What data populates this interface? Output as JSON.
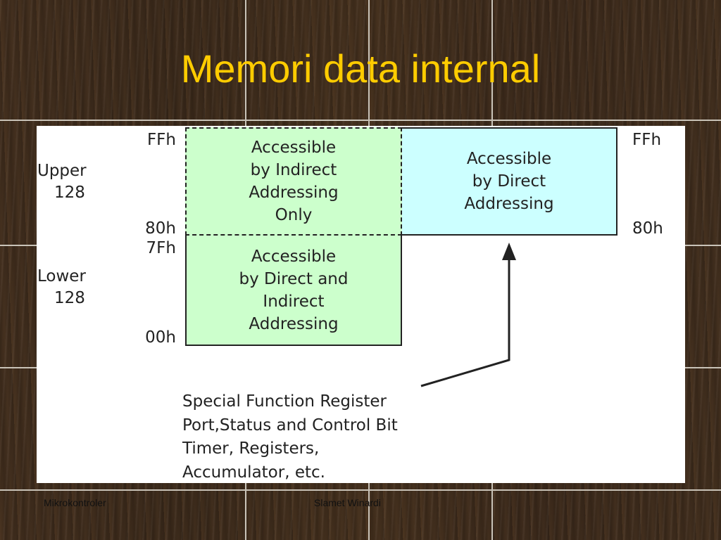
{
  "slide": {
    "title": "Memori data internal"
  },
  "diagram": {
    "left_labels": {
      "upper_top": "FFh",
      "upper_region_line1": "Upper",
      "upper_region_line2": "128",
      "upper_bottom": "80h",
      "lower_top": "7Fh",
      "lower_region_line1": "Lower",
      "lower_region_line2": "128",
      "lower_bottom": "00h"
    },
    "right_labels": {
      "top": "FFh",
      "bottom": "80h"
    },
    "boxes": {
      "upper_indirect": "Accessible\nby Indirect\nAddressing\nOnly",
      "upper_direct": "Accessible\nby Direct\nAddressing",
      "lower": "Accessible\nby Direct and\nIndirect\nAddressing"
    },
    "sfr_lines": [
      "Special Function Register",
      "Port,Status and Control Bit",
      "Timer, Registers,",
      "Accumulator, etc."
    ],
    "colors": {
      "indirect_box": "#ccffcc",
      "direct_box": "#ccffff"
    }
  },
  "footer": {
    "left": "Mikrokontroler",
    "center": "Slamet Winardi"
  },
  "colors": {
    "title": "#ffcc00",
    "background": "#3d2c1e"
  }
}
